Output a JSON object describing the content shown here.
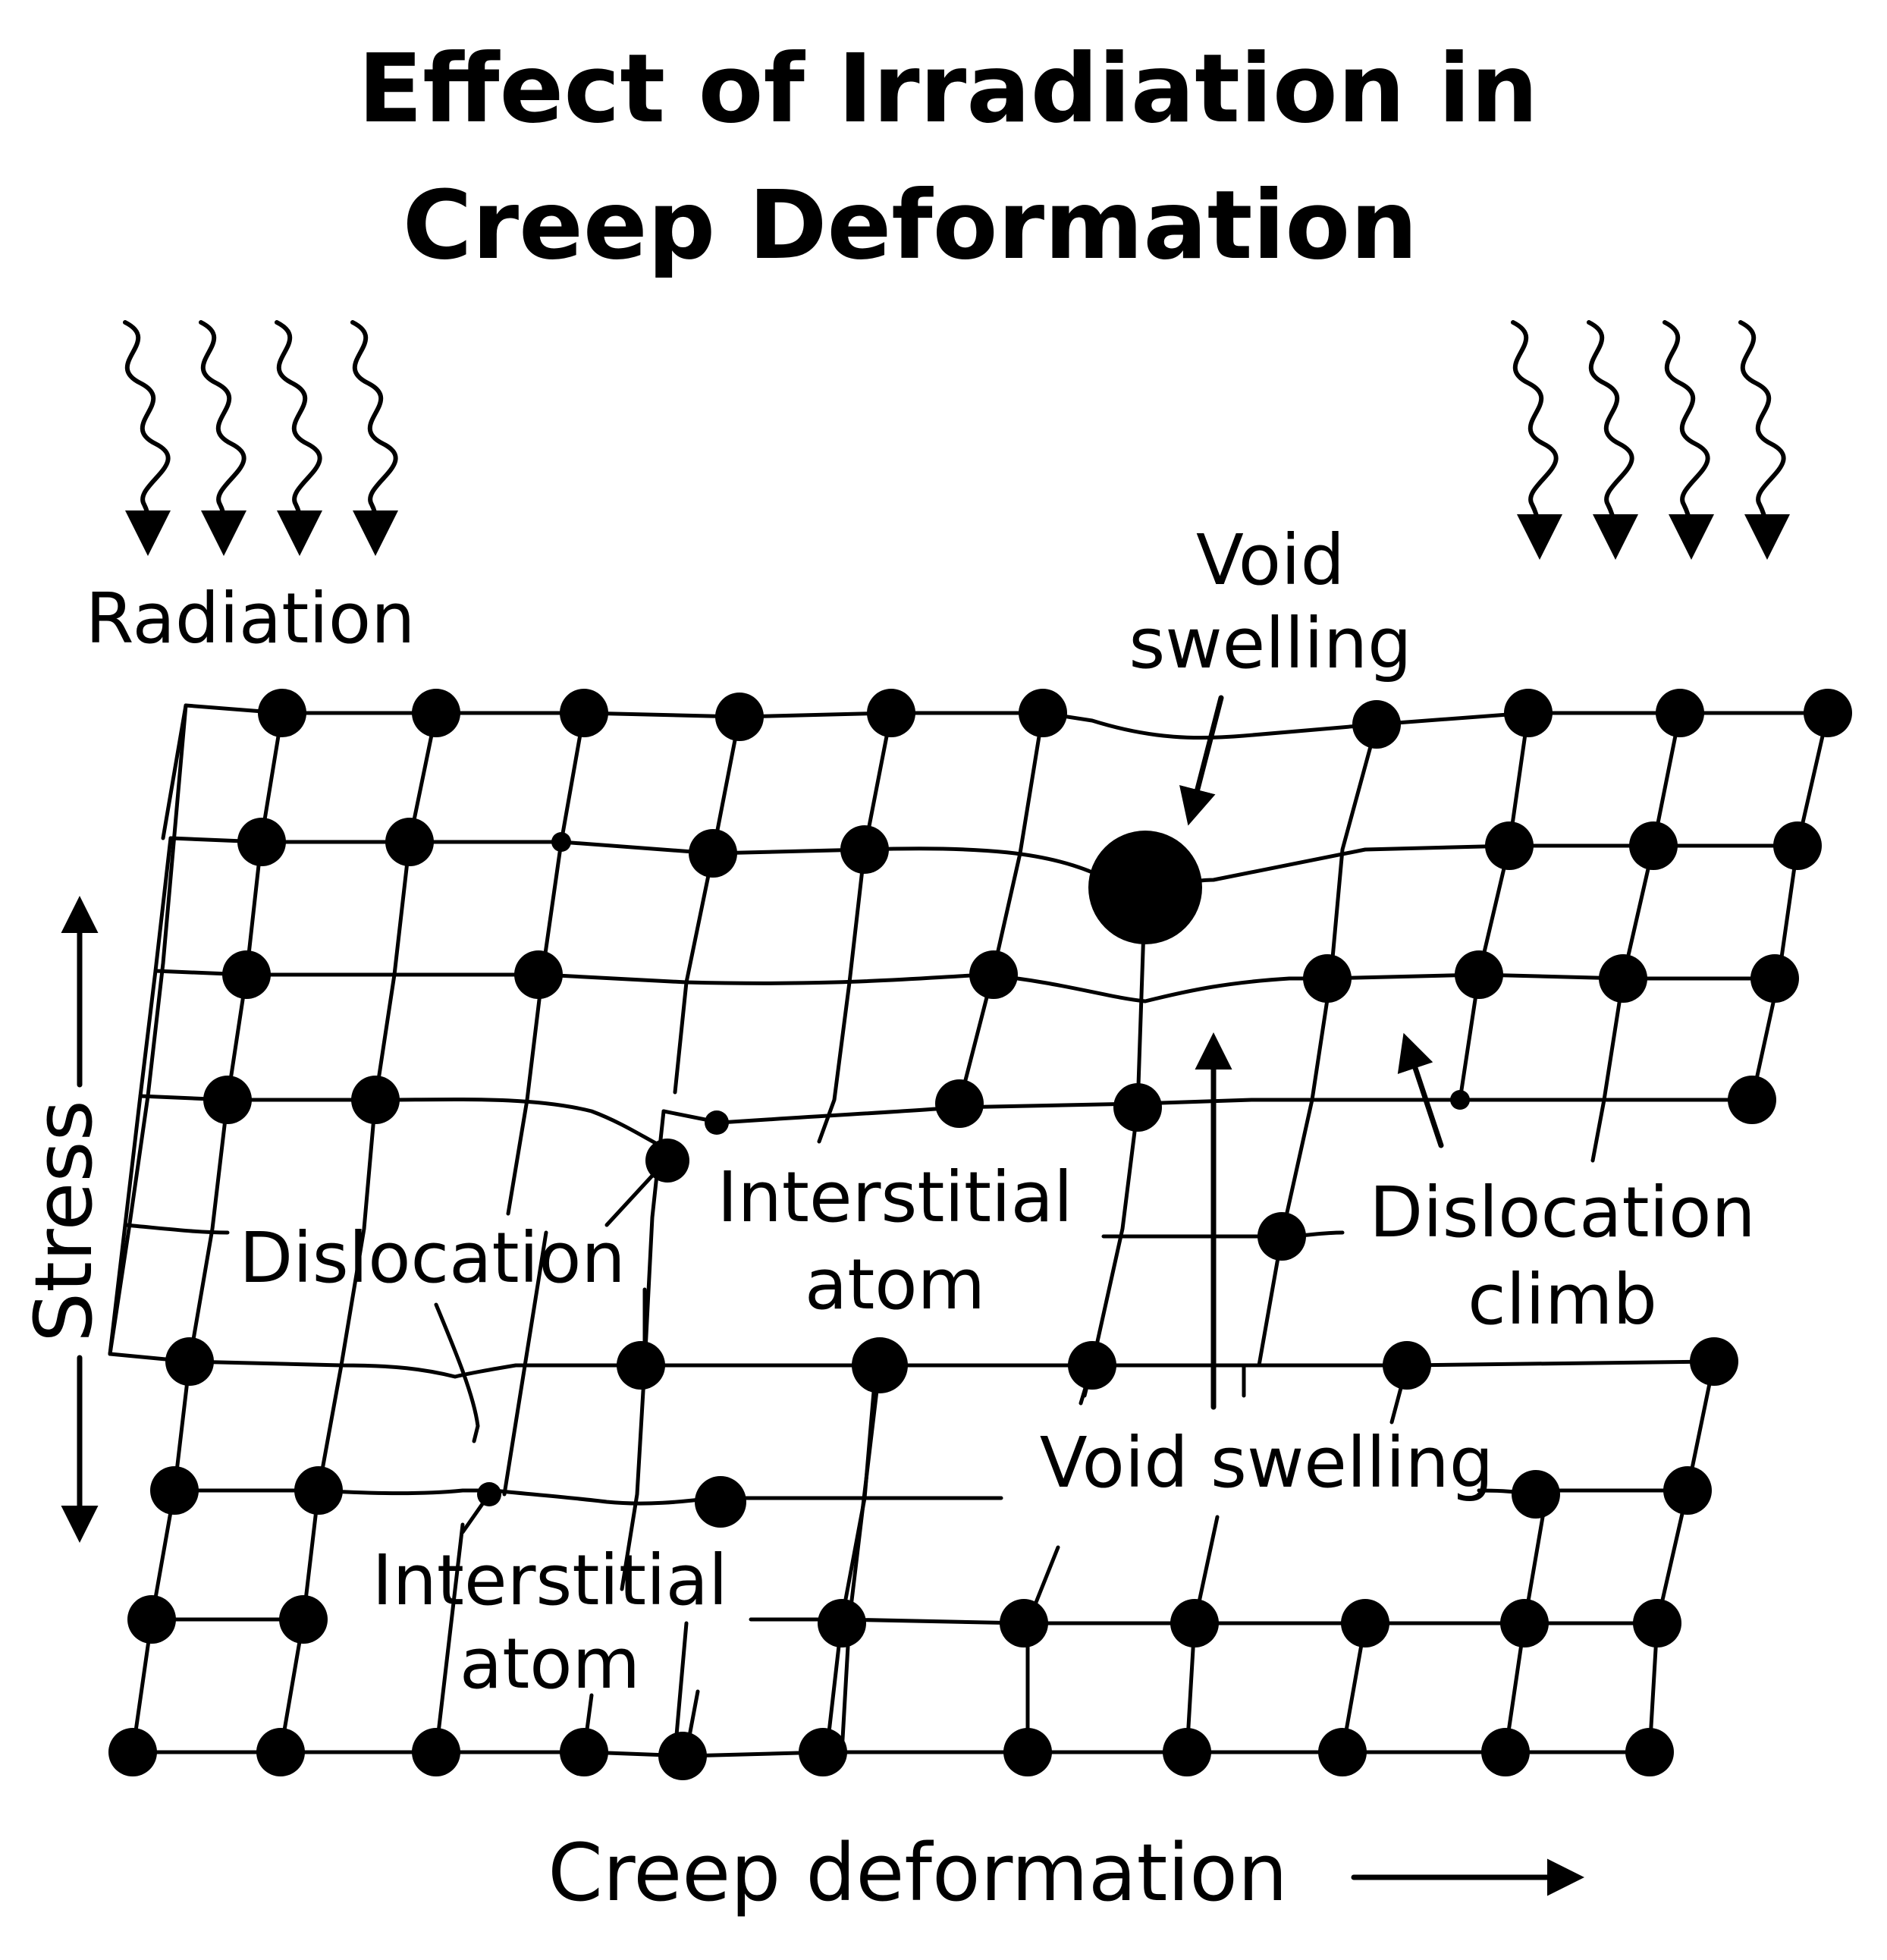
{
  "title": {
    "line1": "Effect of Irradiation in",
    "line2": "Creep Deformation"
  },
  "labels": {
    "radiation": "Radiation",
    "void_swelling_top_1": "Void",
    "void_swelling_top_2": "swelling",
    "interstitial_1a": "Interstitial",
    "interstitial_1b": "atom",
    "dislocation": "Dislocation",
    "dislocation_climb_1": "Dislocation",
    "dislocation_climb_2": "climb",
    "void_swelling_bottom": "Void swelling",
    "interstitial_2a": "Interstitial",
    "interstitial_2b": "atom",
    "stress": "Stress",
    "creep_deformation": "Creep deformation"
  },
  "colors": {
    "ink": "#000000",
    "background": "#ffffff"
  }
}
